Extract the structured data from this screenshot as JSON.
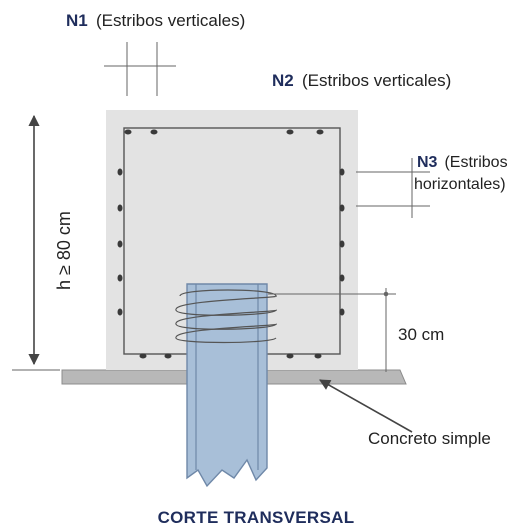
{
  "labels": {
    "n1_code": "N1",
    "n1_text": "(Estribos verticales)",
    "n2_code": "N2",
    "n2_text": "(Estribos verticales)",
    "n3_code": "N3",
    "n3_text_1": "(Estribos",
    "n3_text_2": "horizontales)",
    "height": "h ≥ 80 cm",
    "dim_30": "30 cm",
    "concrete": "Concreto simple",
    "title": "CORTE TRANSVERSAL"
  },
  "colors": {
    "concrete_block": "#e3e3e3",
    "ground_slab": "#b8b8b8",
    "column": "#a8bfd8",
    "column_edge": "#7e98b8",
    "stirrup": "#555555",
    "rebar": "#3a3a3a",
    "label_code": "#1f2d5c"
  }
}
